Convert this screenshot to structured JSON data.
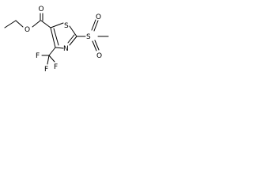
{
  "molecule": {
    "atoms": {
      "O1": "O",
      "O2": "O",
      "S_ring": "S",
      "N_ring": "N",
      "S_sulfonyl": "S",
      "O3": "O",
      "O4": "O",
      "F1": "F",
      "F2": "F",
      "F3": "F"
    }
  }
}
